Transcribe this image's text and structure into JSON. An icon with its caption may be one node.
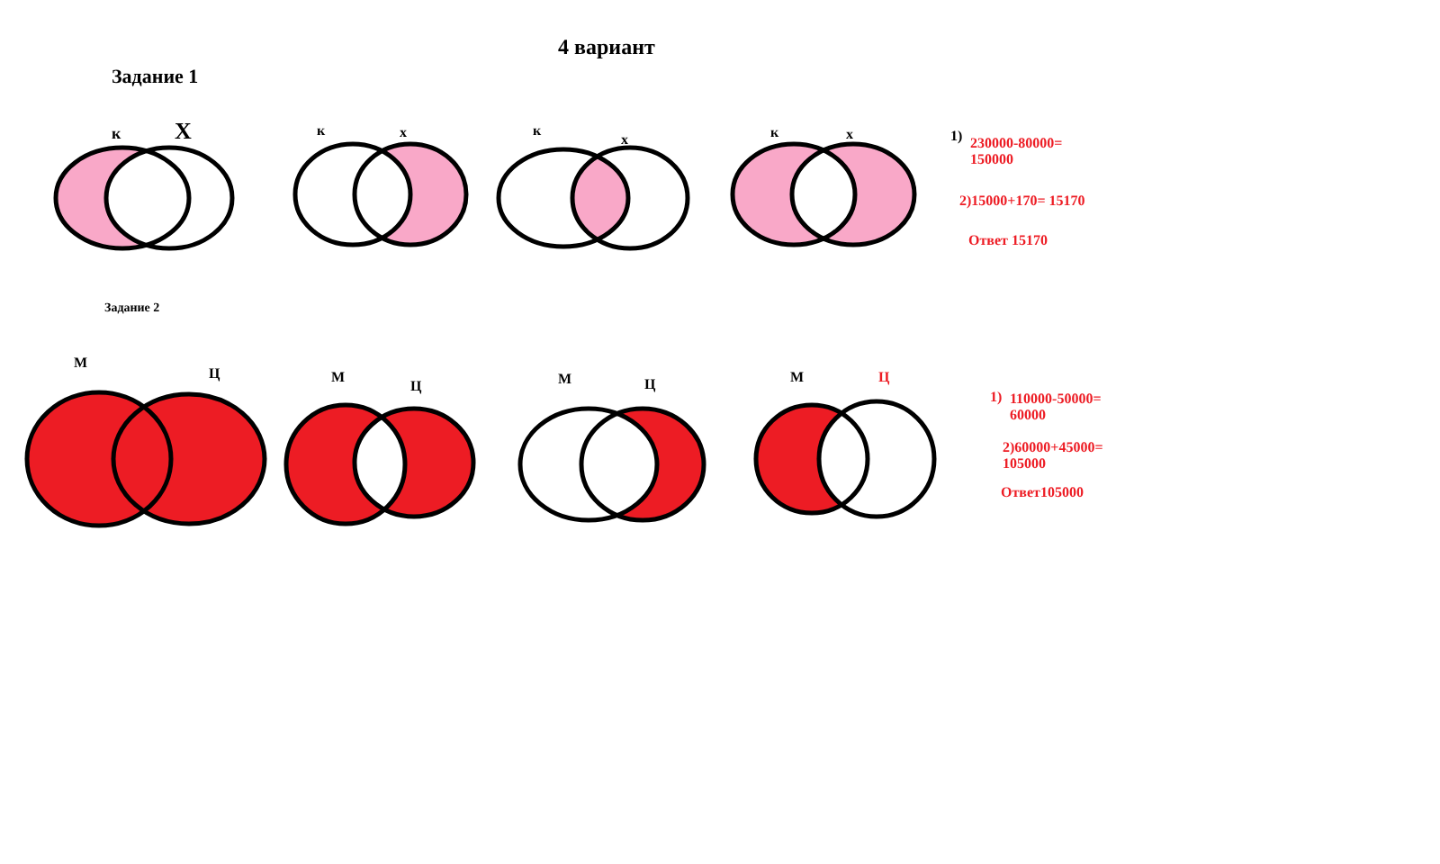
{
  "diagram": {
    "title": "4 вариант",
    "nodes": [
      {
        "text": [
          "к"
        ]
      },
      {
        "text": [
          "Х"
        ]
      },
      {
        "text": [
          "к"
        ]
      },
      {
        "text": [
          "х"
        ]
      },
      {
        "text": [
          "к"
        ]
      },
      {
        "text": [
          "х"
        ]
      },
      {
        "text": [
          "к"
        ]
      },
      {
        "text": [
          "х"
        ]
      },
      {
        "text": [
          "М"
        ]
      },
      {
        "text": [
          "Ц"
        ]
      },
      {
        "text": [
          "М"
        ]
      },
      {
        "text": [
          "Ц"
        ]
      },
      {
        "text": [
          "М"
        ]
      },
      {
        "text": [
          "Ц"
        ]
      },
      {
        "text": [
          "М"
        ]
      },
      {
        "text": [
          "Ц"
        ]
      }
    ],
    "edges": [],
    "labels": [
      "Задание 1",
      "1)",
      "230000-80000= 150000",
      "2)15000+170= 15170",
      "Ответ 15170",
      "Задание 2",
      "1)",
      "110000-50000= 60000",
      "2)60000+45000= 105000",
      "Ответ105000"
    ]
  }
}
